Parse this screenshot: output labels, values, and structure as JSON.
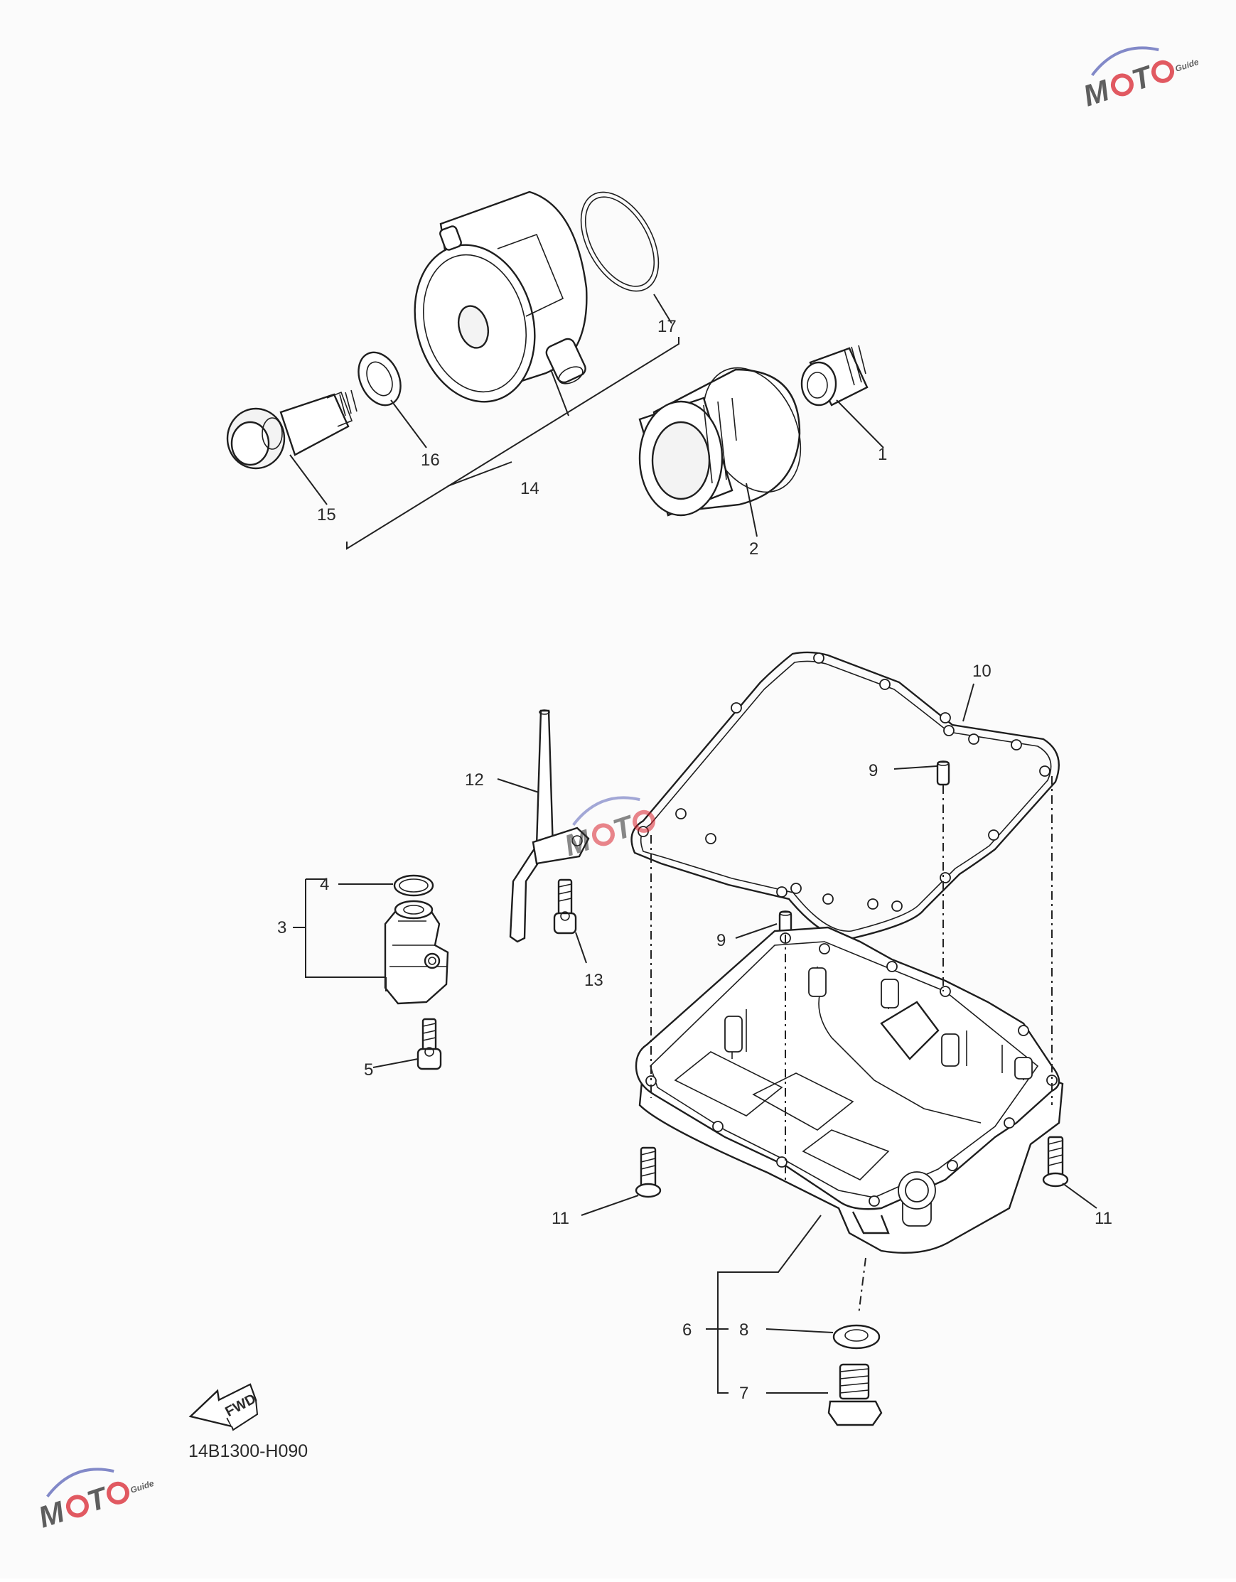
{
  "callouts": {
    "c1": "1",
    "c2": "2",
    "c3": "3",
    "c4": "4",
    "c5": "5",
    "c6": "6",
    "c7": "7",
    "c8": "8",
    "c9a": "9",
    "c9b": "9",
    "c10": "10",
    "c11a": "11",
    "c11b": "11",
    "c12": "12",
    "c13": "13",
    "c14": "14",
    "c15": "15",
    "c16": "16",
    "c17": "17"
  },
  "fwd_label": "FWD",
  "diagram_code": "14B1300-H090",
  "watermark": {
    "text": "MOTO",
    "sub": "Guide",
    "colors": {
      "red": "#d9232e",
      "blue": "#5a63b8"
    }
  }
}
